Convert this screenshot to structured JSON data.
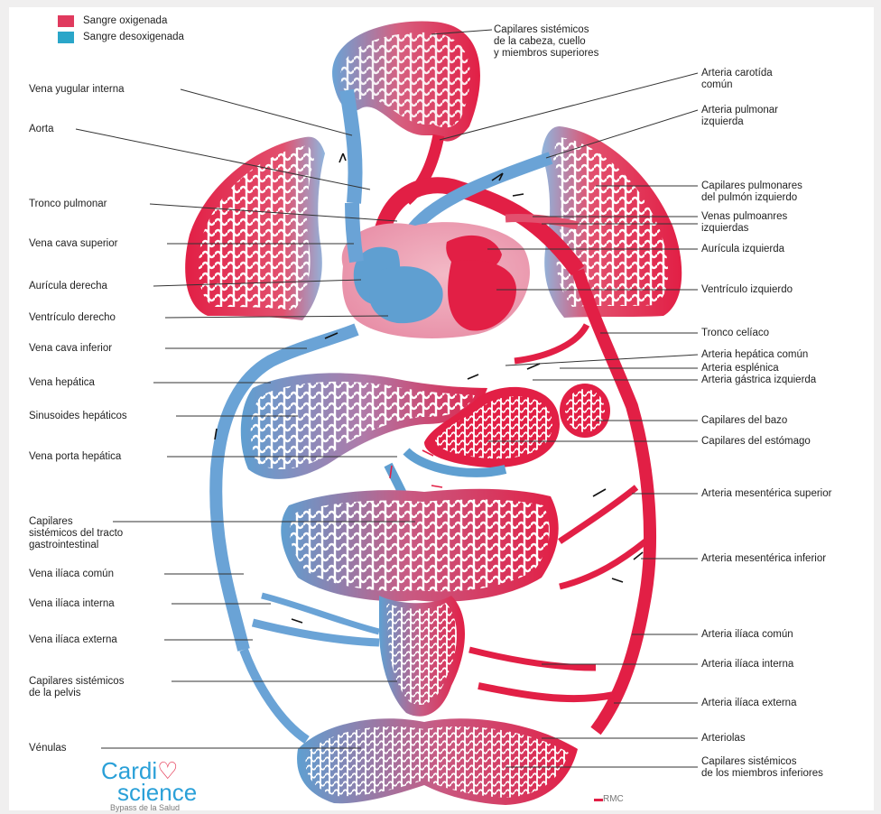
{
  "legend": [
    {
      "label": "Sangre oxigenada",
      "color": "#e03a5e"
    },
    {
      "label": "Sangre desoxigenada",
      "color": "#2aa6c9"
    }
  ],
  "colors": {
    "oxygenated": "#e21f45",
    "deoxygenated": "#5f9fd1",
    "leader": "#333333"
  },
  "labels_left": {
    "vena_yugular_interna": "Vena yugular interna",
    "aorta": "Aorta",
    "tronco_pulmonar": "Tronco pulmonar",
    "vena_cava_superior": "Vena cava superior",
    "auricula_derecha": "Aurícula derecha",
    "ventriculo_derecho": "Ventrículo derecho",
    "vena_cava_inferior": "Vena cava inferior",
    "vena_hepatica": "Vena hepática",
    "sinusoides_hepaticos": "Sinusoides hepáticos",
    "vena_porta_hepatica": "Vena porta hepática",
    "capilares_gastro": "Capilares\nsistémicos del tracto\ngastrointestinal",
    "vena_iliaca_comun": "Vena ilíaca común",
    "vena_iliaca_interna": "Vena ilíaca interna",
    "vena_iliaca_externa": "Vena ilíaca externa",
    "capilares_pelvis": "Capilares sistémicos\nde la pelvis",
    "venulas": "Vénulas"
  },
  "labels_right": {
    "capilares_cabeza": "Capilares sistémicos\nde la cabeza, cuello\ny miembros superiores",
    "arteria_carotida": "Arteria carotída\ncomún",
    "arteria_pulmonar_izq": "Arteria pulmonar\nizquierda",
    "capilares_pulmonares": "Capilares pulmonares\ndel pulmón izquierdo",
    "venas_pulmonares": "Venas pulmoanres\nizquierdas",
    "auricula_izquierda": "Aurícula izquierda",
    "ventriculo_izquierdo": "Ventrículo izquierdo",
    "tronco_celiaco": "Tronco celíaco",
    "arteria_hepatica": "Arteria hepática común",
    "arteria_esplenica": "Arteria esplénica",
    "arteria_gastrica": "Arteria gástrica izquierda",
    "capilares_bazo": "Capilares del bazo",
    "capilares_estomago": "Capilares del estómago",
    "arteria_mesenterica_sup": "Arteria mesentérica superior",
    "arteria_mesenterica_inf": "Arteria mesentérica inferior",
    "arteria_iliaca_comun": "Arteria ilíaca común",
    "arteria_iliaca_interna": "Arteria ilíaca interna",
    "arteria_iliaca_externa": "Arteria ilíaca externa",
    "arteriolas": "Arteriolas",
    "capilares_miembros_inf": "Capilares sistémicos\nde los miembros inferiores"
  },
  "logo": {
    "part1": "Cardi",
    "heart": "♡",
    "part2": "science",
    "tagline": "Bypass de la Salud"
  },
  "watermark": "RMC"
}
